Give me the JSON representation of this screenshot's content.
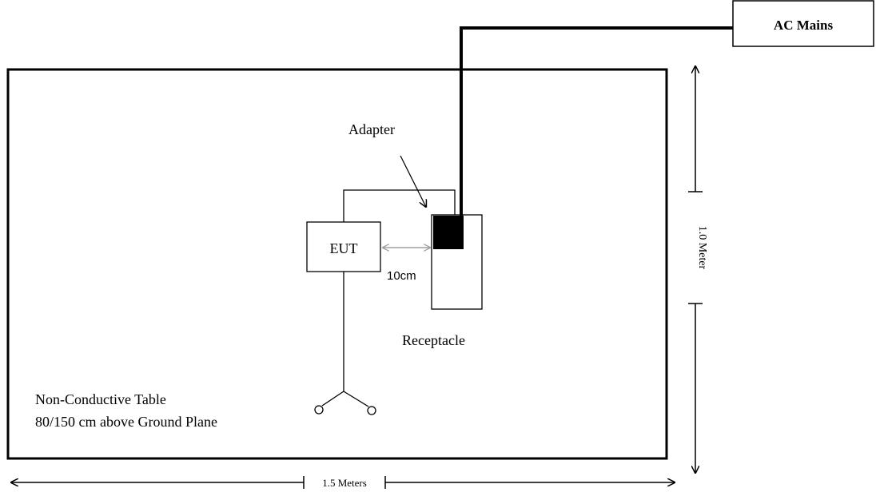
{
  "labels": {
    "ac_mains": "AC Mains",
    "adapter": "Adapter",
    "eut": "EUT",
    "distance": "10cm",
    "receptacle": "Receptacle",
    "table_line1": "Non-Conductive Table",
    "table_line2": "80/150 cm above Ground Plane",
    "width_dim": "1.5 Meters",
    "height_dim": "1.0 Meter"
  },
  "colors": {
    "line": "#000000",
    "distance_arrow": "#a0a0a0",
    "adapter_fill": "#000000"
  }
}
